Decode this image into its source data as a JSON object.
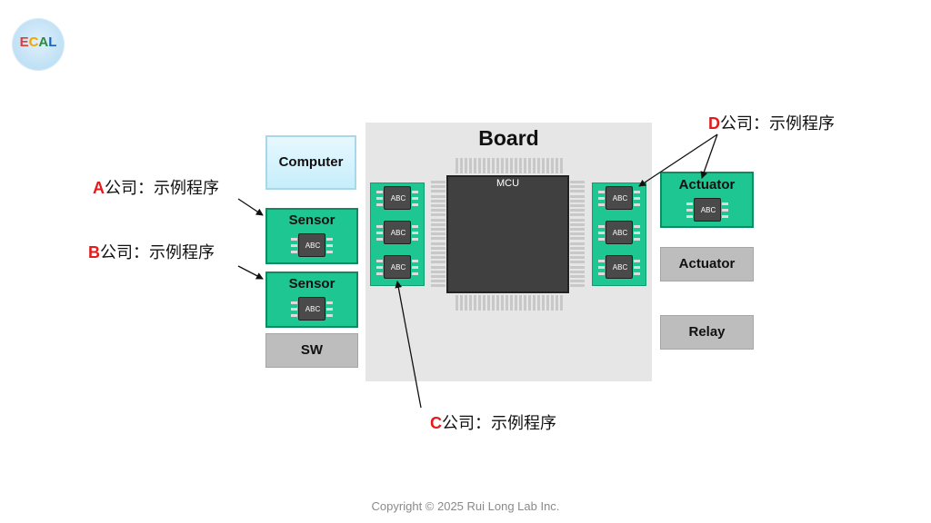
{
  "logo": {
    "text": "ECAL"
  },
  "board": {
    "title": "Board"
  },
  "mcu": {
    "label": "MCU"
  },
  "chip_label": "ABC",
  "left_boxes": {
    "computer": "Computer",
    "sensor1": "Sensor",
    "sensor2": "Sensor",
    "sw": "SW"
  },
  "right_boxes": {
    "actuator1": "Actuator",
    "actuator2": "Actuator",
    "relay": "Relay"
  },
  "annotations": {
    "a": {
      "letter": "A",
      "text": "公司：示例程序"
    },
    "b": {
      "letter": "B",
      "text": "公司：示例程序"
    },
    "c": {
      "letter": "C",
      "text": "公司：示例程序"
    },
    "d": {
      "letter": "D",
      "text": "公司：示例程序"
    }
  },
  "footer": {
    "copyright": "Copyright © 2025 Rui Long Lab Inc."
  },
  "colors": {
    "chip_green": "#1ec792",
    "board_bg": "#e6e6e6",
    "annotation_letter": "#e31b1b",
    "box_gray": "#bdbdbd"
  }
}
